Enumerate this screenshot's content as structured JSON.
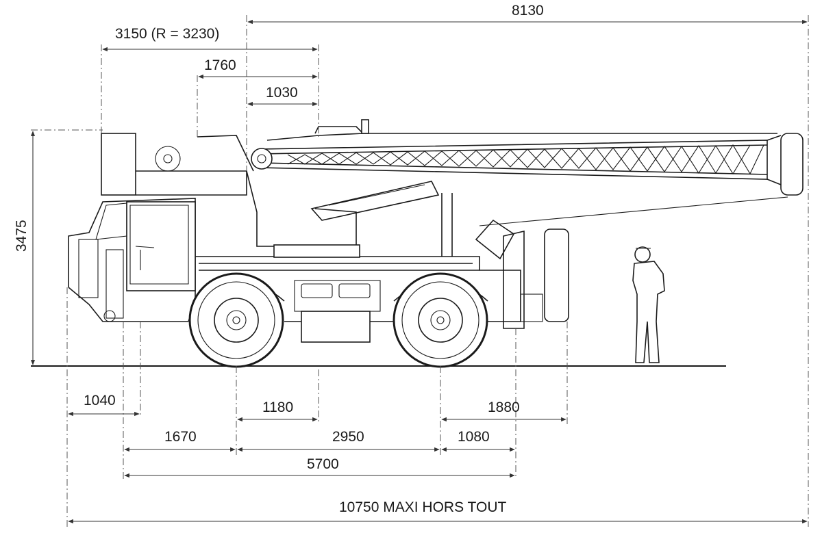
{
  "dimensions": {
    "top_overall": "8130",
    "upper_radius": "3150 (R = 3230)",
    "upper_mid": "1760",
    "upper_small": "1030",
    "height": "3475",
    "front_overhang": "1040",
    "front_axle_offset": "1670",
    "center_offset": "1180",
    "wheelbase": "2950",
    "rear_offset": "1880",
    "rear_overhang": "1080",
    "base_length": "5700",
    "overall_length": "10750 MAXI HORS TOUT"
  }
}
